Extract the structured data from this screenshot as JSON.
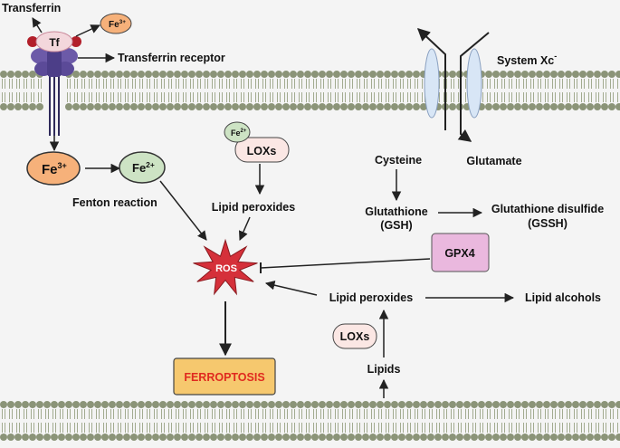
{
  "labels": {
    "transferrin": "Transferrin",
    "fe3_small": "Fe",
    "fe3_small_sup": "3+",
    "tf": "Tf",
    "transferrin_receptor": "Transferrin receptor",
    "system_xc": "System Xc",
    "system_xc_sup": "-",
    "cysteine": "Cysteine",
    "glutamate": "Glutamate",
    "glutathione_line1": "Glutathione",
    "glutathione_line2": "(GSH)",
    "glutathione_disulfide_line1": "Glutathione disulfide",
    "glutathione_disulfide_line2": "(GSSH)",
    "gpx4": "GPX4",
    "fe3_big": "Fe",
    "fe3_big_sup": "3+",
    "fe2_big": "Fe",
    "fe2_big_sup": "2+",
    "fenton": "Fenton reaction",
    "fe2_small": "Fe",
    "fe2_small_sup": "2+",
    "loxs_top": "LOXs",
    "lipid_peroxides_top": "Lipid peroxides",
    "ros": "ROS",
    "ferroptosis": "FERROPTOSIS",
    "lipid_peroxides_mid": "Lipid peroxides",
    "lipid_alcohols": "Lipid alcohols",
    "loxs_bottom": "LOXs",
    "lipids": "Lipids"
  },
  "colors": {
    "membrane_head": "#8b9478",
    "membrane_tail": "#9aa386",
    "fe3_fill": "#f6b17a",
    "fe2_fill": "#cde3c4",
    "loxs_fill": "#fbe7e4",
    "gpx4_fill": "#eab8de",
    "ros_fill": "#d5303a",
    "ferroptosis_fill": "#f6c86e",
    "ferroptosis_text": "#e02a1f",
    "channel_fill": "#d8e6f6",
    "receptor_purple": "#6c5aa8",
    "tf_red": "#b21f2a"
  }
}
